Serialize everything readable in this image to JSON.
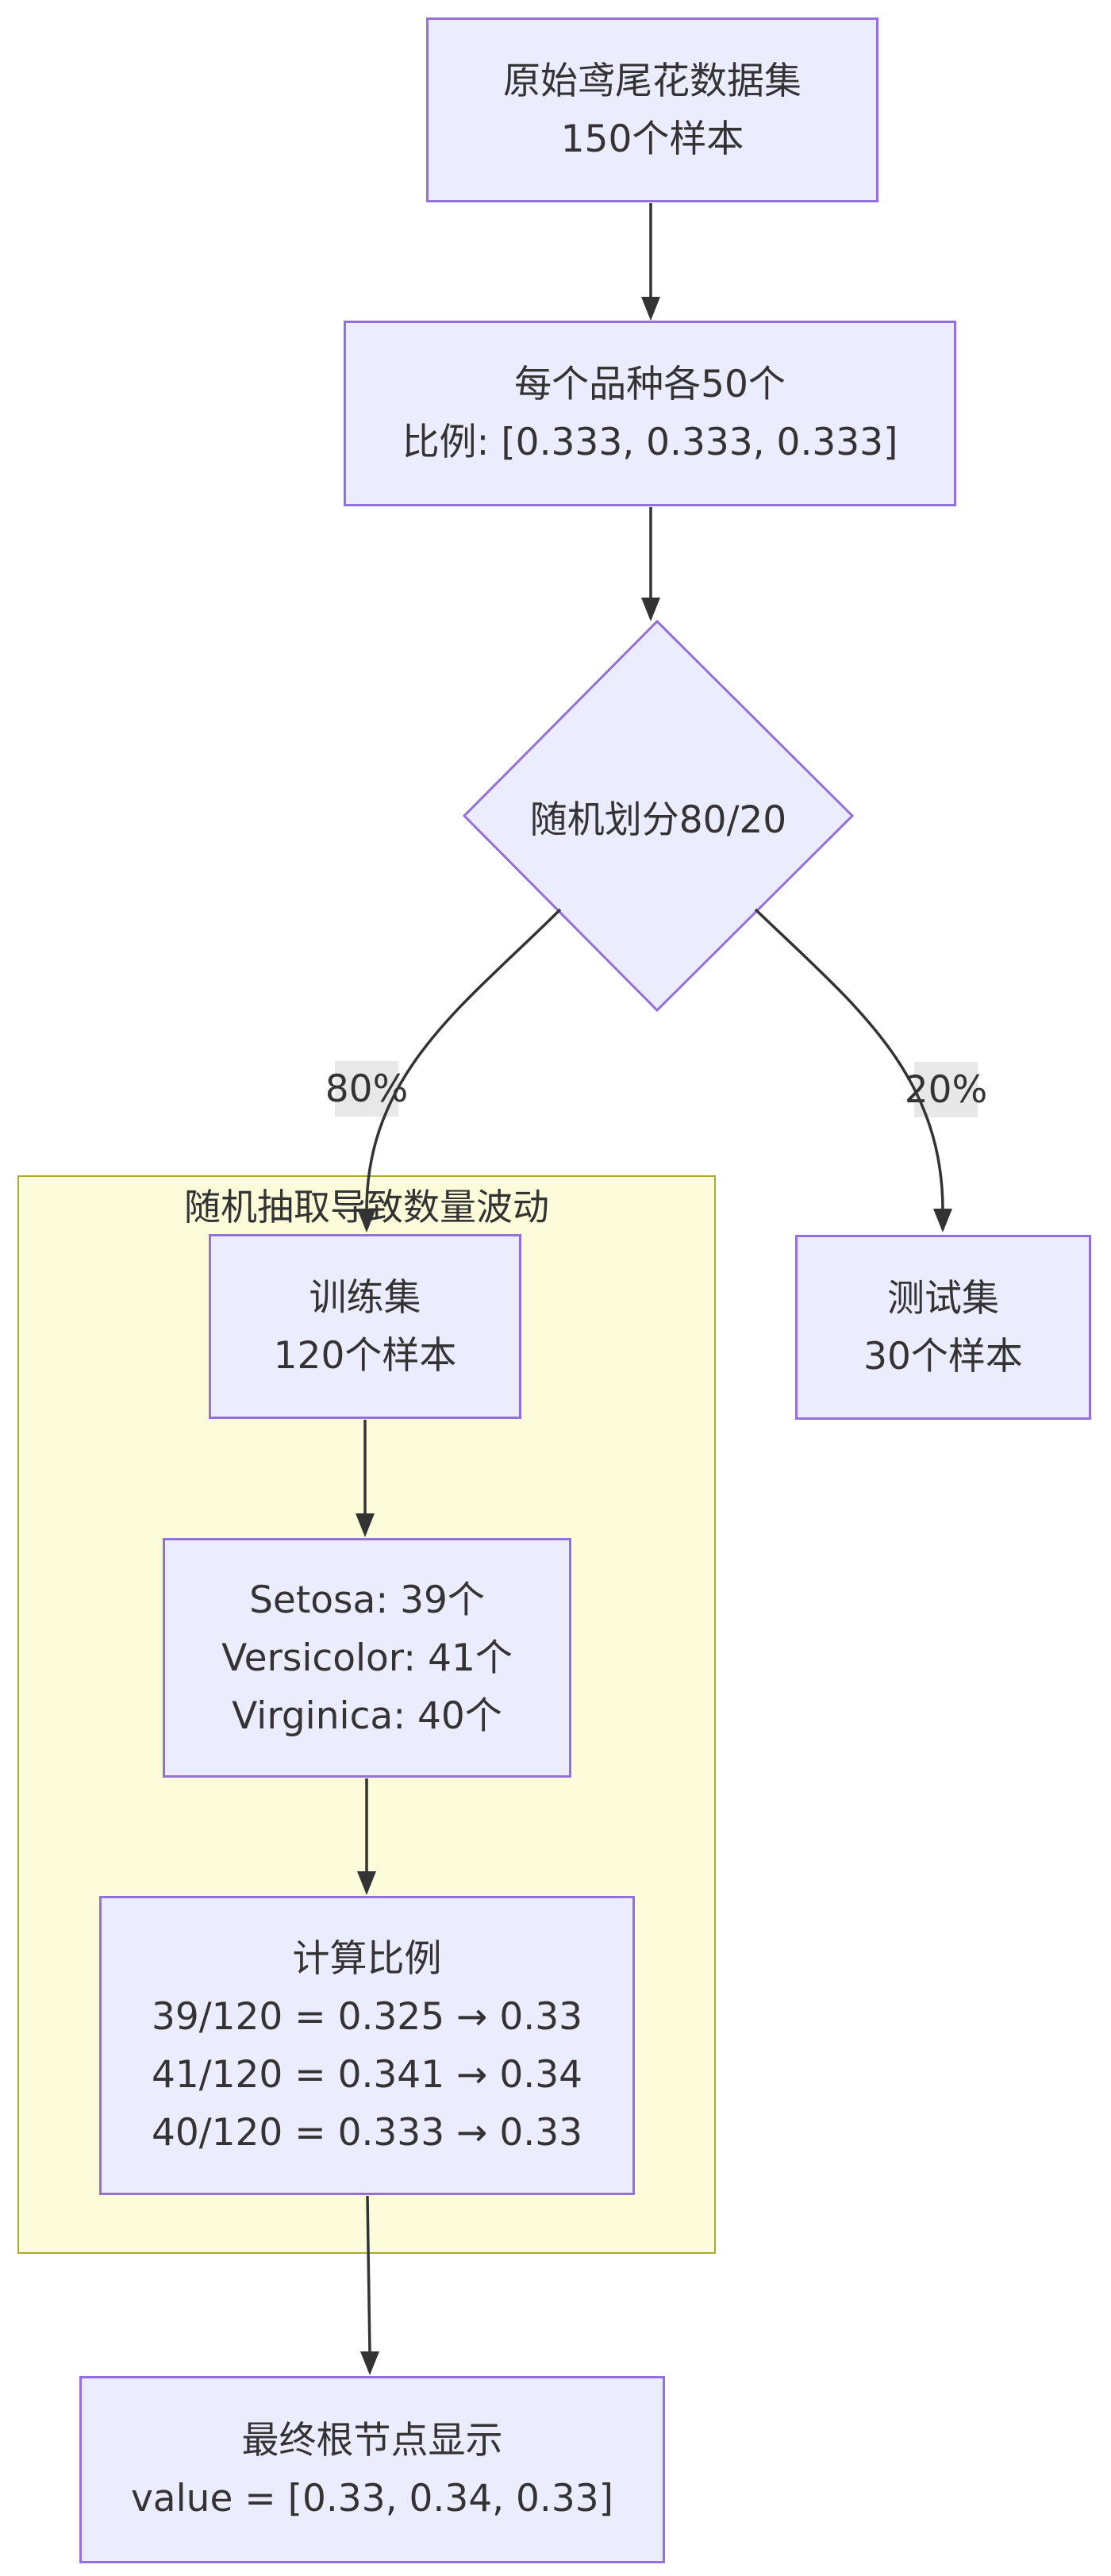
{
  "diagram": {
    "title_implicit": "Iris train/test split flowchart",
    "nodes": {
      "original": {
        "lines": [
          "原始鸢尾花数据集",
          "150个样本"
        ]
      },
      "per_species": {
        "lines": [
          "每个品种各50个",
          "比例: [0.333, 0.333, 0.333]"
        ]
      },
      "split_decision": {
        "label": "随机划分80/20"
      },
      "train": {
        "lines": [
          "训练集",
          "120个样本"
        ]
      },
      "test": {
        "lines": [
          "测试集",
          "30个样本"
        ]
      },
      "counts": {
        "lines": [
          "Setosa: 39个",
          "Versicolor: 41个",
          "Virginica: 40个"
        ]
      },
      "calc": {
        "lines": [
          "计算比例",
          "39/120 = 0.325 → 0.33",
          "41/120 = 0.341 → 0.34",
          "40/120 = 0.333 → 0.33"
        ]
      },
      "final": {
        "lines": [
          "最终根节点显示",
          "value = [0.33, 0.34, 0.33]"
        ]
      }
    },
    "cluster": {
      "title": "随机抽取导致数量波动"
    },
    "edge_labels": {
      "train_pct": "80%",
      "test_pct": "20%"
    },
    "colors": {
      "node_fill": "#ECECFF",
      "node_border": "#9370DB",
      "cluster_fill": "#FCFCDA",
      "cluster_border": "#AAAA33",
      "edge": "#333333",
      "text": "#333333",
      "label_bg": "#e8e8e8"
    }
  }
}
